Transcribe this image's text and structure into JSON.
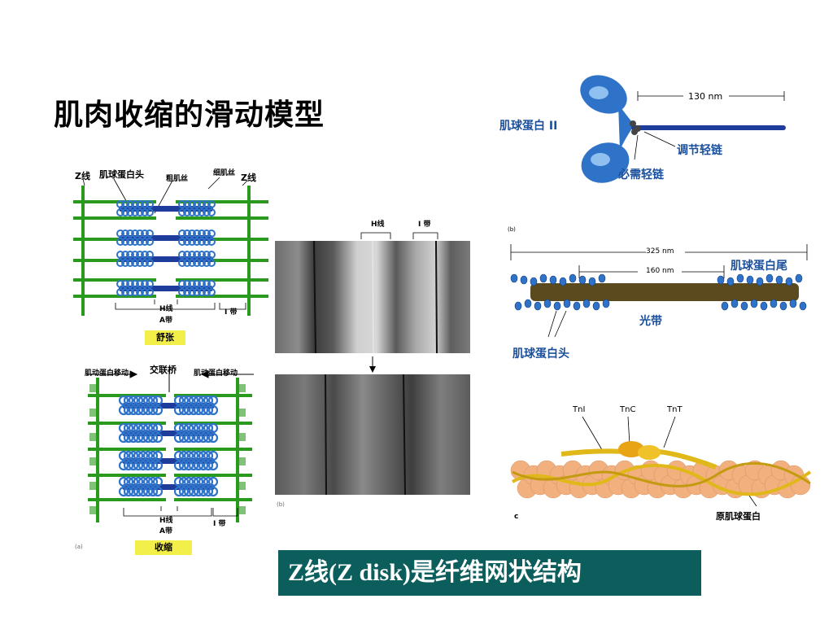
{
  "slide": {
    "title": "肌肉收缩的滑动模型",
    "caption": "Z线(Z disk)是纤维网状结构"
  },
  "relaxed_diagram": {
    "z_line_left": "Z线",
    "myosin_head": "肌球蛋白头",
    "thick_filament": "粗肌丝",
    "thin_filament": "细肌丝",
    "z_line_right": "Z线",
    "h_line": "H线",
    "a_band": "A带",
    "i_band": "I 带",
    "state": "舒张"
  },
  "contracted_diagram": {
    "myosin_move_left": "肌动蛋白移动",
    "cross_bridge": "交联桥",
    "myosin_move_right": "肌动蛋白移动",
    "h_line": "H线",
    "a_band": "A带",
    "i_band": "I 带",
    "state": "收缩",
    "panel_letter": "(a)"
  },
  "micrograph": {
    "h_line": "H线",
    "i_band": "I 带",
    "panel_letter": "(b)"
  },
  "myosin_molecule": {
    "name": "肌球蛋白 II",
    "length": "130 nm",
    "regulatory_light_chain": "调节轻链",
    "essential_light_chain": "必需轻链"
  },
  "thick_filament": {
    "panel_letter": "(b)",
    "total_length": "325 nm",
    "bare_zone_length": "160 nm",
    "myosin_tail": "肌球蛋白尾",
    "bare_zone": "光带",
    "myosin_head": "肌球蛋白头"
  },
  "thin_filament": {
    "tni": "TnI",
    "tnc": "TnC",
    "tnt": "TnT",
    "tropomyosin": "原肌球蛋白",
    "panel_letter": "c"
  },
  "colors": {
    "z_line": "#2a9a1e",
    "thick": "#1e3c9c",
    "myosin_blue": "#2f73c9",
    "tag_yellow": "#f2ee4a",
    "caption_bg": "#0b5e5c",
    "actin": "#f2b07e",
    "tropomyosin": "#e0b81a"
  }
}
